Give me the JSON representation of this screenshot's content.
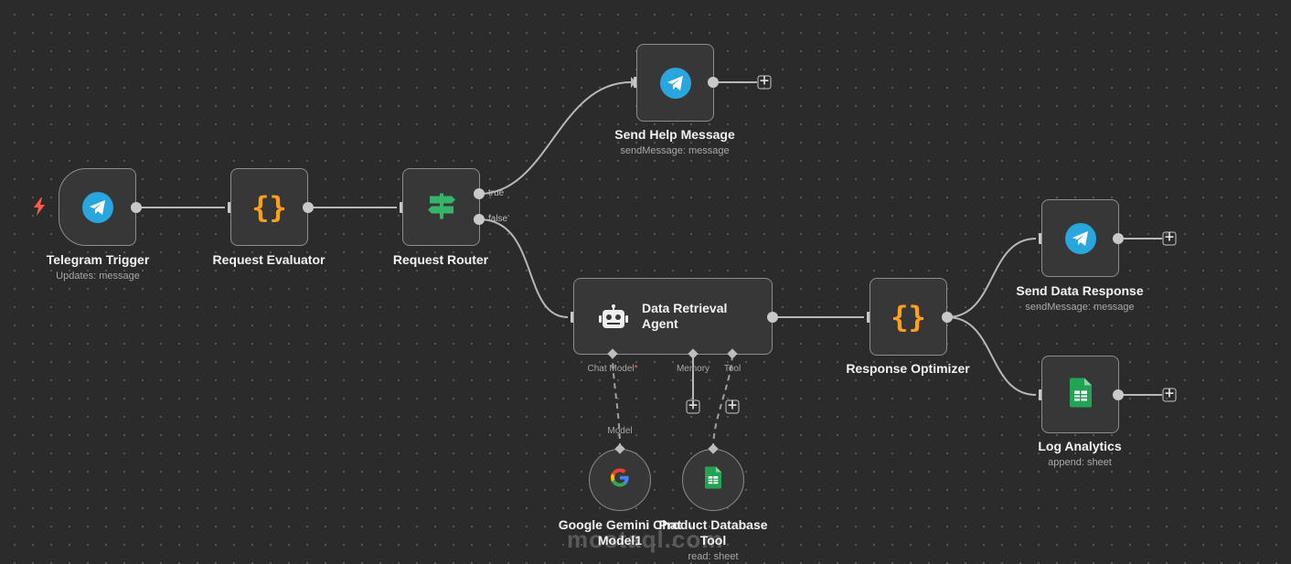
{
  "nodes": {
    "telegram_trigger": {
      "title": "Telegram Trigger",
      "subtitle": "Updates: message"
    },
    "request_evaluator": {
      "title": "Request Evaluator"
    },
    "request_router": {
      "title": "Request Router",
      "out_true": "true",
      "out_false": "false"
    },
    "send_help": {
      "title": "Send Help Message",
      "subtitle": "sendMessage: message"
    },
    "agent": {
      "title_line1": "Data Retrieval",
      "title_line2": "Agent",
      "port_chat_model": "Chat Model",
      "port_memory": "Memory",
      "port_tool": "Tool",
      "required_mark": "*"
    },
    "response_optimizer": {
      "title": "Response Optimizer"
    },
    "send_data": {
      "title": "Send Data Response",
      "subtitle": "sendMessage: message"
    },
    "log_analytics": {
      "title": "Log Analytics",
      "subtitle": "append: sheet"
    },
    "gemini": {
      "title_line1": "Google Gemini Chat",
      "title_line2": "Model1",
      "port_label": "Model"
    },
    "product_db": {
      "title_line1": "Product Database",
      "title_line2": "Tool",
      "subtitle": "read: sheet"
    }
  },
  "watermark": "mostaql.com",
  "colors": {
    "telegram": "#2aa6df",
    "code": "#ff9f1c",
    "router": "#35b46a",
    "sheets": "#22a455",
    "trigger_bolt": "#ff5c49"
  },
  "icons": [
    "lightning-icon",
    "telegram-icon",
    "code-braces-icon",
    "signpost-icon",
    "robot-icon",
    "google-g-icon",
    "sheets-icon",
    "plus-icon"
  ]
}
